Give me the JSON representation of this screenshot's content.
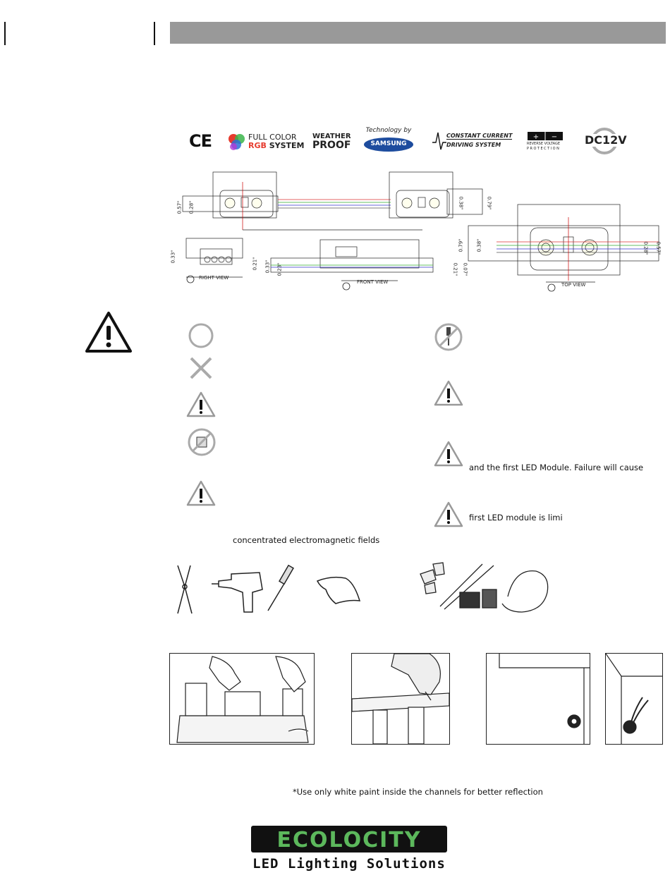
{
  "certifications": {
    "ce": "CE",
    "full_color_line1": "FULL COLOR",
    "rgb": "RGB",
    "system": "SYSTEM",
    "weather": "WEATHER",
    "proof": "PROOF",
    "technology_by": "Technology by",
    "samsung": "SAMSUNG",
    "constant_current": "CONSTANT CURRENT",
    "driving_system": "DRIVING SYSTEM",
    "reverse_voltage": "REVERSE VOLTAGE",
    "protection": "PROTECTION",
    "dc12v": "DC12V"
  },
  "dimensions": {
    "d057": "0.57\"",
    "d028": "0.28\"",
    "d038a": "0.38\"",
    "d079a": "0.79\"",
    "d033": "0.33\"",
    "d021a": "0.21\"",
    "d033b": "0.33\"",
    "d023": "0.23\"",
    "d021b": "0.21\"",
    "d007": "0.07\"",
    "d079b": "0.79\"",
    "d038b": "0.38\"",
    "d028b": "0.28\"",
    "d057b": "0.57\"",
    "right_view": "RIGHT VIEW",
    "front_view": "FRONT VIEW",
    "top_view": "TOP VIEW"
  },
  "warnings": {
    "line_failure": "and the first LED Module. Failure will cause",
    "line_limit": "first LED module is limi",
    "line_em": "concentrated electromagnetic fields"
  },
  "footer": {
    "paint_note": "*Use only white paint inside the channels for better reflection",
    "brand": "ECOLOCITY",
    "tagline": "LED Lighting Solutions"
  },
  "colors": {
    "bar": "#999999",
    "brand_green": "#3fa535",
    "brand_yellow": "#f2d400"
  }
}
